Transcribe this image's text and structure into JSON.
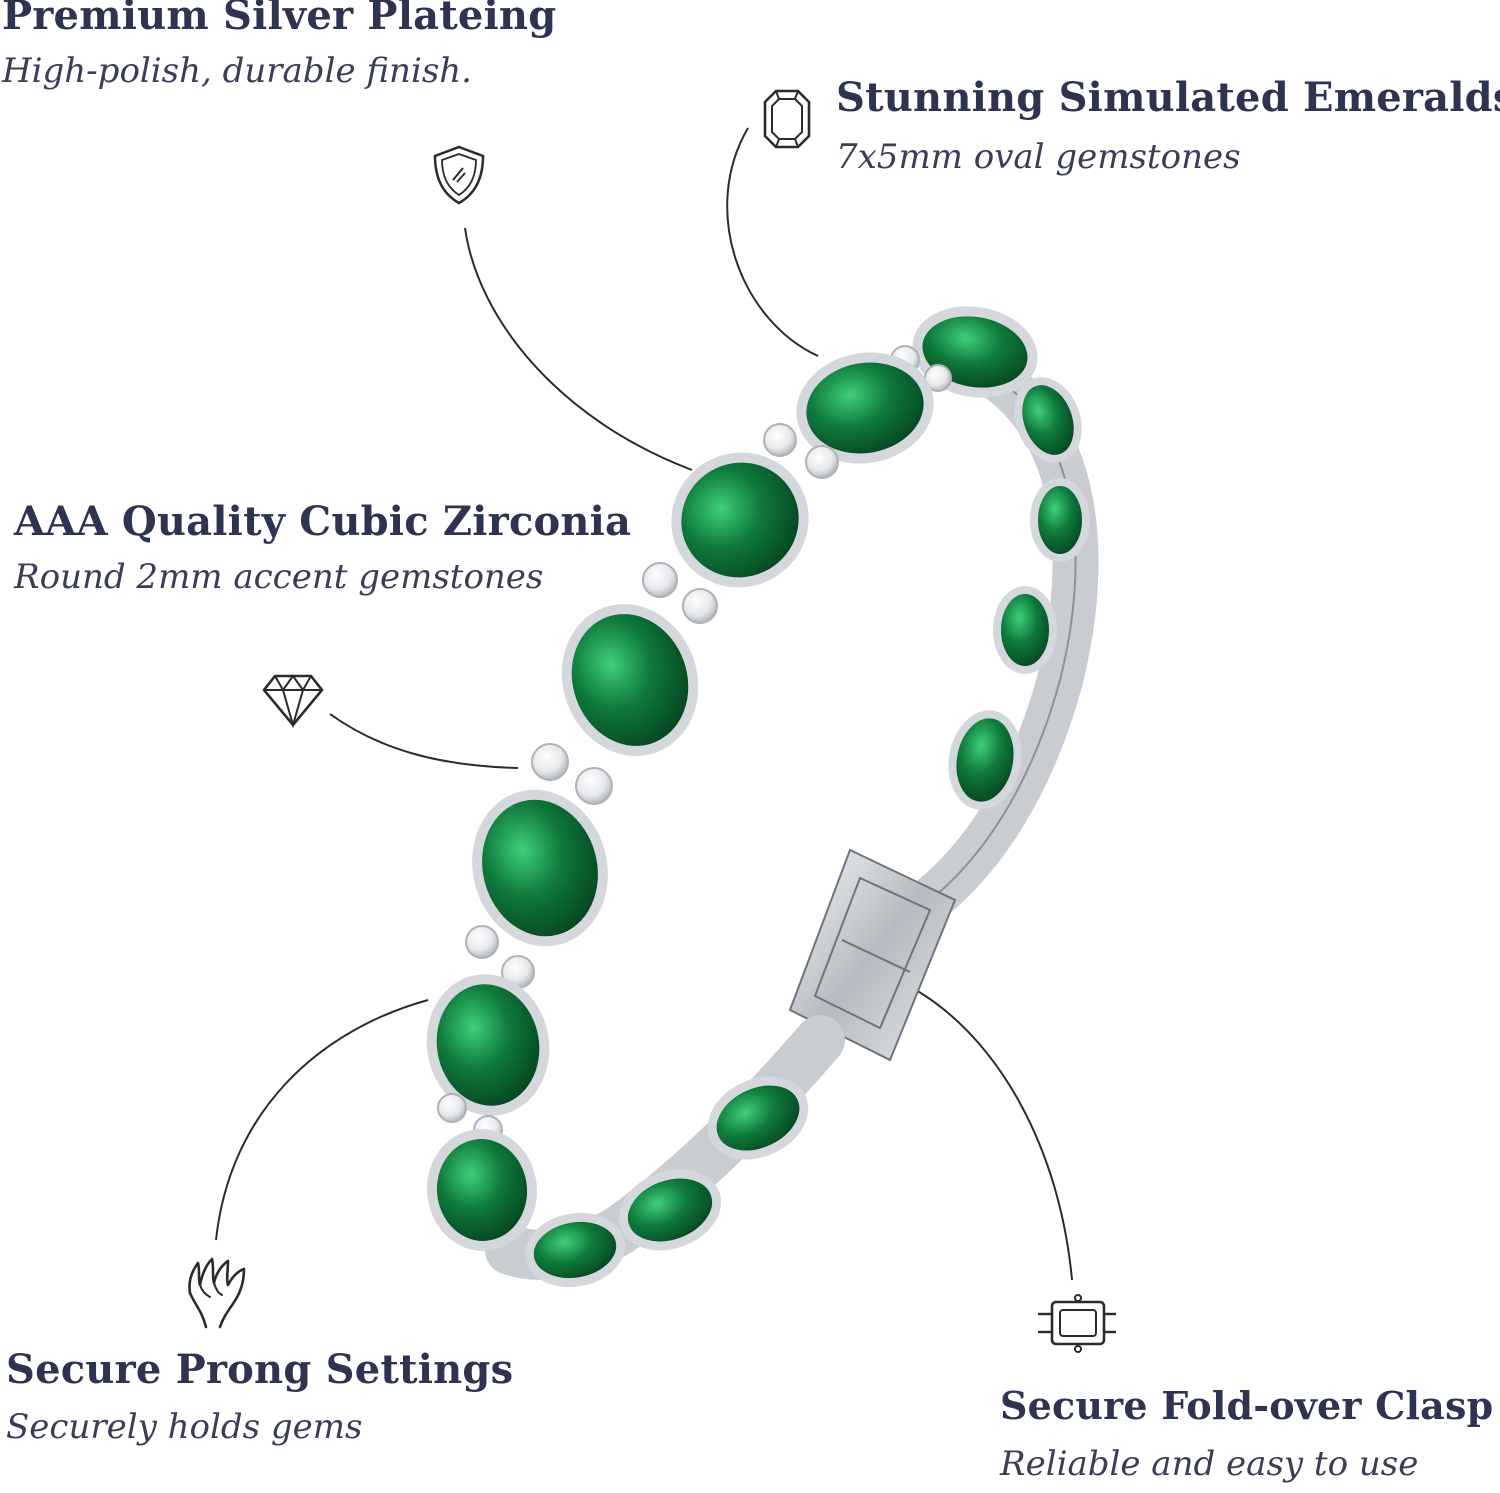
{
  "features": {
    "silver": {
      "title": "Premium Silver Plateing",
      "subtitle": "High-polish, durable finish.",
      "icon": "shield-icon"
    },
    "emerald": {
      "title": "Stunning Simulated Emeralds",
      "subtitle": "7x5mm oval gemstones",
      "icon": "octagon-gem-icon"
    },
    "cz": {
      "title": "AAA Quality Cubic Zirconia",
      "subtitle": "Round 2mm accent gemstones",
      "icon": "diamond-icon"
    },
    "prong": {
      "title": "Secure Prong Settings",
      "subtitle": "Securely holds gems",
      "icon": "prong-claw-icon"
    },
    "clasp": {
      "title": "Secure Fold-over Clasp",
      "subtitle": "Reliable and easy to use",
      "icon": "clasp-icon"
    }
  },
  "colors": {
    "text": "#2f3352",
    "line": "#2b2b2b",
    "emerald": "#0f7a3c",
    "emerald_dark": "#064f24",
    "silver": "#c9ccd1"
  }
}
